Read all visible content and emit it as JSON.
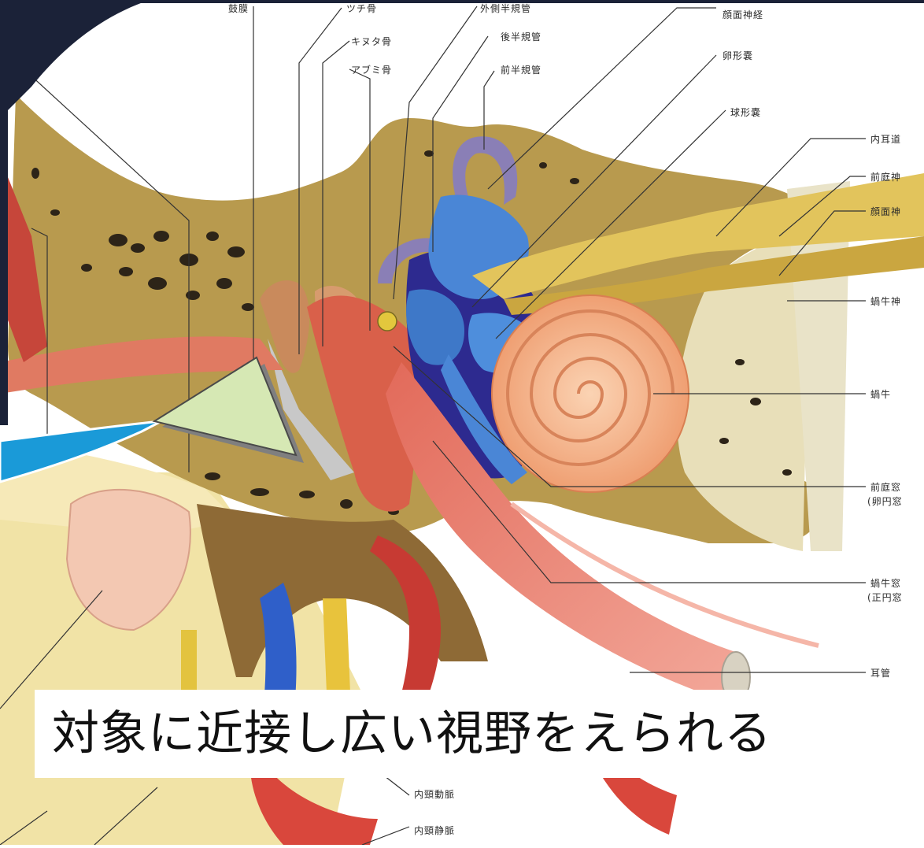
{
  "labels": {
    "eardrum": "鼓膜",
    "malleus": "ツチ骨",
    "incus": "キヌタ骨",
    "stapes": "アブミ骨",
    "lateral_canal": "外側半規管",
    "posterior_canal": "後半規管",
    "anterior_canal": "前半規管",
    "facial_nerve_top": "顔面神経",
    "utricle": "卵形嚢",
    "saccule": "球形嚢",
    "internal_meatus": "内耳道",
    "vestibular_nerve": "前庭神",
    "facial_nerve_right": "顔面神",
    "cochlear_nerve": "蝸牛神",
    "cochlea": "蝸牛",
    "oval_window": "前庭窓",
    "oval_window_sub": "(卵円窓",
    "round_window": "蝸牛窓",
    "round_window_sub": "(正円窓",
    "eustachian_tube": "耳管",
    "internal_carotid": "内頸動脈",
    "internal_jugular": "内頸静脈"
  },
  "caption": "対象に近接し広い視野をえられる",
  "colors": {
    "bone": "#b89a4e",
    "cochlea": "#f4a97c",
    "labyrinth_blue": "#4a86d6",
    "canal_purple": "#8a7fb6",
    "pointer_fill": "#d6e8b4",
    "endoscope_blue": "#1a9ad8",
    "frame_dark": "#1b2238"
  }
}
